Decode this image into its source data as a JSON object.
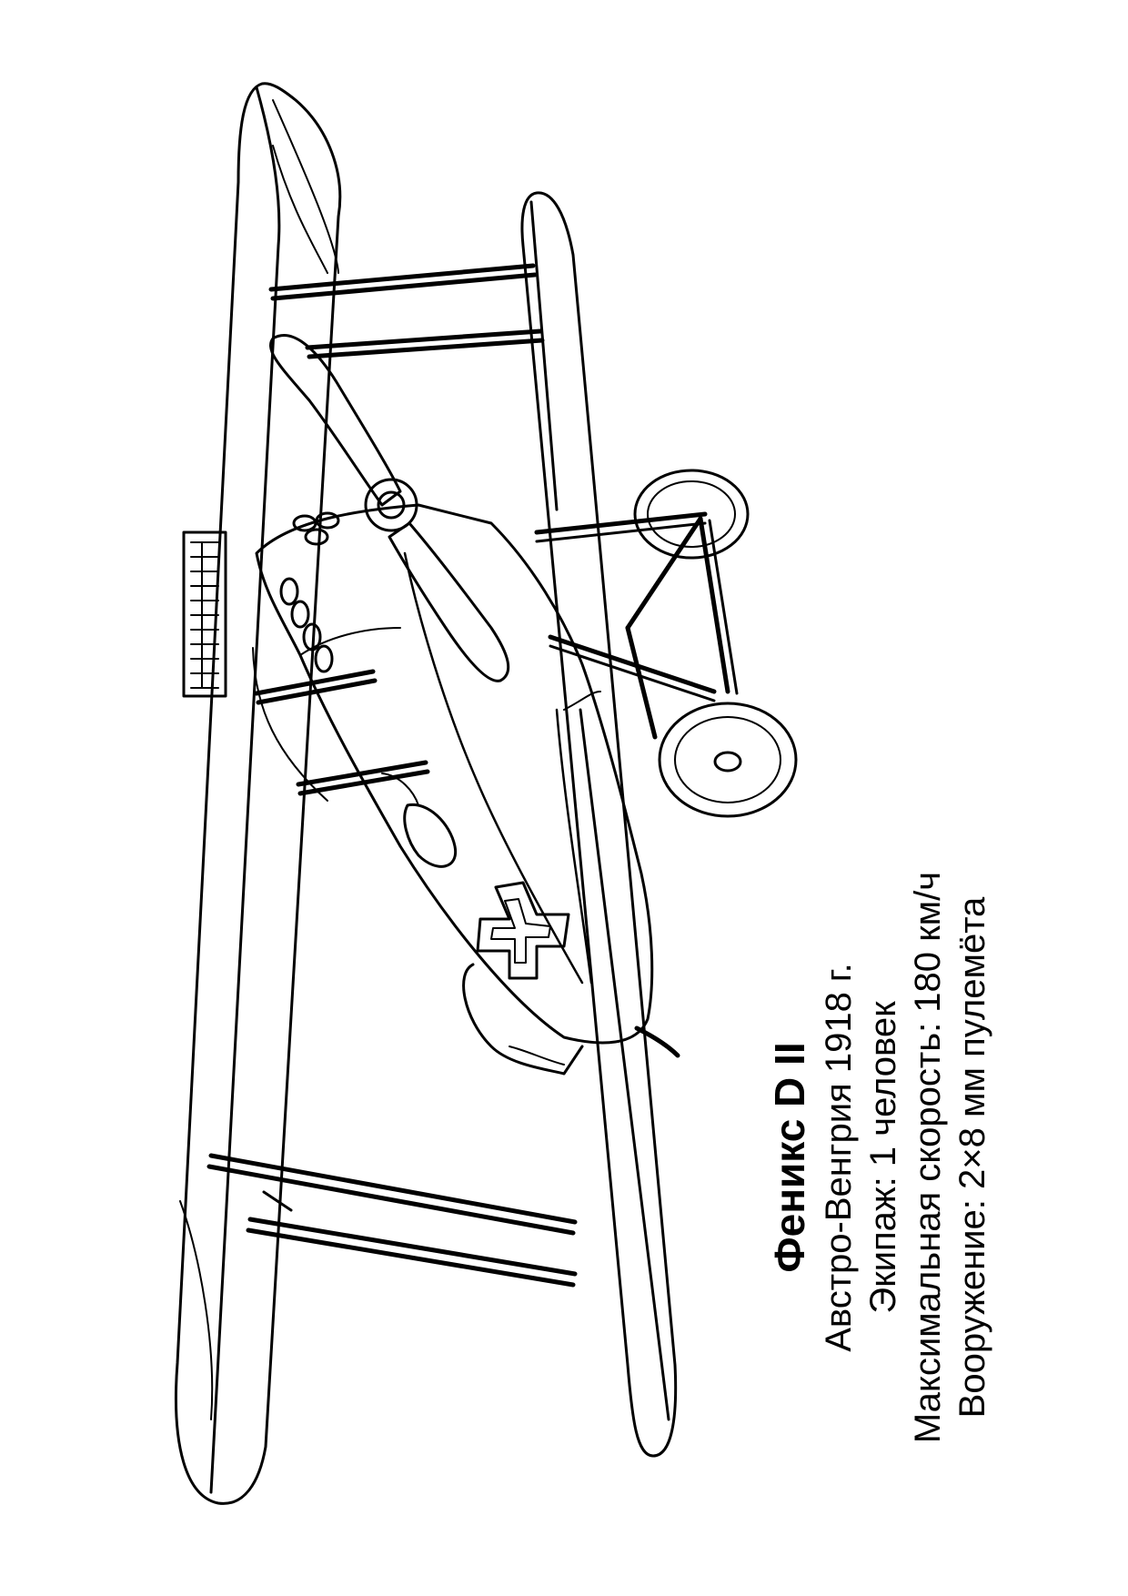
{
  "caption": {
    "title": "Феникс D II",
    "lines": [
      "Австро-Венгрия 1918 г.",
      "Экипаж: 1 человек",
      "Максимальная скорость: 180 км/ч",
      "Вооружение: 2×8 мм пулемёта"
    ]
  },
  "illustration": {
    "subject": "biplane-line-drawing",
    "style": "coloring-page outline",
    "line_color": "#000000",
    "background_color": "#ffffff"
  }
}
